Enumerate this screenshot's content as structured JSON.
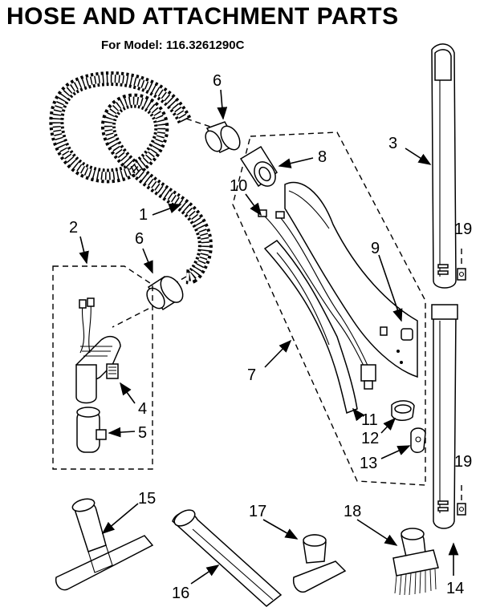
{
  "header": {
    "title": "HOSE AND ATTACHMENT PARTS",
    "model_line": "For Model: 116.3261290C"
  },
  "callouts": {
    "c1": "1",
    "c2": "2",
    "c3": "3",
    "c4": "4",
    "c5": "5",
    "c6a": "6",
    "c6b": "6",
    "c7": "7",
    "c8": "8",
    "c9": "9",
    "c10": "10",
    "c11": "11",
    "c12": "12",
    "c13": "13",
    "c14": "14",
    "c15": "15",
    "c16": "16",
    "c17": "17",
    "c18": "18",
    "c19a": "19",
    "c19b": "19"
  }
}
